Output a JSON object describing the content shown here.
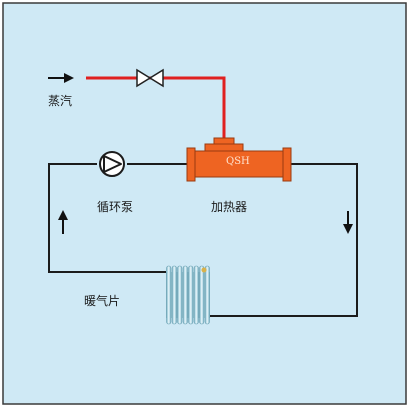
{
  "diagram": {
    "background": "#cfe9f5",
    "border_color": "#3a3a3a",
    "pipe_color": "#1c1c1c",
    "steam_color": "#e02020",
    "heater_color": "#ee6422",
    "heater_stroke": "#9a3a10",
    "radiator_color": "#9ec9d6",
    "labels": {
      "steam": "蒸汽",
      "pump": "循环泵",
      "heater": "加热器",
      "radiator": "暖气片",
      "heater_code": "QSH"
    }
  }
}
